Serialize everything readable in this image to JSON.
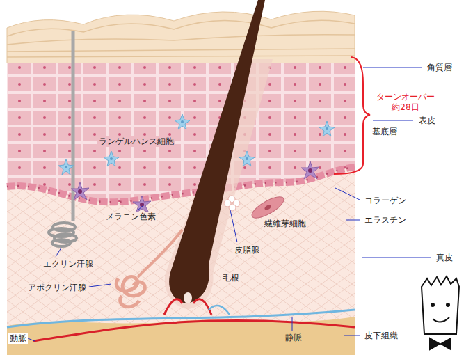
{
  "diagram": {
    "labels": [
      "角質層",
      "ターンオーバー 約28日",
      "表皮",
      "基底層",
      "コラーゲン",
      "エラスチン",
      "真皮",
      "皮下組織",
      "ランゲルハンス細胞",
      "メラニン色素",
      "皮脂腺",
      "繊維芽細胞",
      "毛根",
      "エクリン汗腺",
      "アポクリン汗腺",
      "静脈",
      "動脈"
    ]
  }
}
